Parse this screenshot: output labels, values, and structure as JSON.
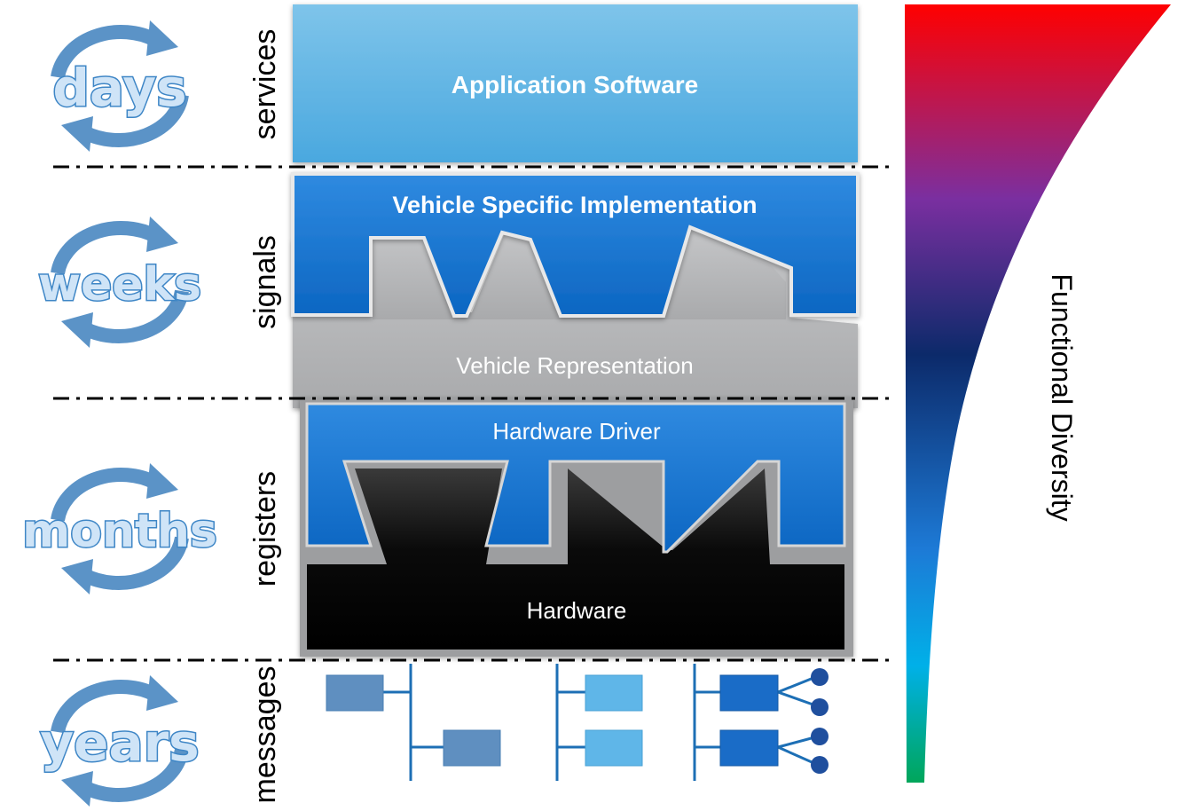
{
  "cycles": [
    {
      "label": "days"
    },
    {
      "label": "weeks"
    },
    {
      "label": "months"
    },
    {
      "label": "years"
    }
  ],
  "levels": [
    "services",
    "signals",
    "registers",
    "messages"
  ],
  "layers": {
    "application": "Application Software",
    "vehicle_specific": "Vehicle Specific Implementation",
    "vehicle_representation": "Vehicle Representation",
    "hardware_driver": "Hardware Driver",
    "hardware": "Hardware"
  },
  "diversity_label": "Functional Diversity",
  "colors": {
    "cycle_arrow": "#5b93c7",
    "application": "#6ab8e6",
    "vehicle_specific": "#1a74c9",
    "vehicle_representation": "#b6b7b9",
    "hardware": "#000000",
    "bus_line": "#1d6fb5",
    "diversity_top": "#ff0000",
    "diversity_mid": "#7a2fa0",
    "diversity_navy": "#0c2a6a",
    "diversity_blue": "#1d7ad6",
    "diversity_bottom": "#00a65a"
  }
}
